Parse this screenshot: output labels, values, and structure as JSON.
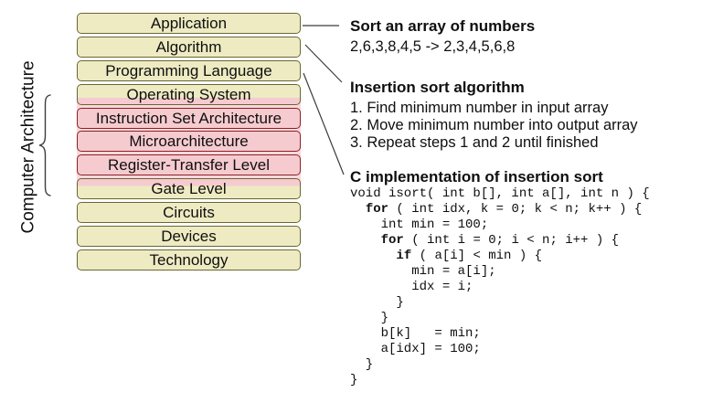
{
  "stack": {
    "rotated_label": "Computer Architecture",
    "layers": [
      {
        "label": "Application",
        "type": "tan"
      },
      {
        "label": "Algorithm",
        "type": "tan"
      },
      {
        "label": "Programming Language",
        "type": "tan"
      },
      {
        "label": "Operating System",
        "type": "tan-pink-bottom"
      },
      {
        "label": "Instruction Set Architecture",
        "type": "pink"
      },
      {
        "label": "Microarchitecture",
        "type": "pink"
      },
      {
        "label": "Register-Transfer Level",
        "type": "pink"
      },
      {
        "label": "Gate Level",
        "type": "tan-pink-top"
      },
      {
        "label": "Circuits",
        "type": "tan"
      },
      {
        "label": "Devices",
        "type": "tan"
      },
      {
        "label": "Technology",
        "type": "tan"
      }
    ],
    "colors": {
      "layer_fill": "#EEEBC3",
      "layer_border": "#6A6535",
      "highlight_fill": "#F6CBCF",
      "highlight_border": "#8B2026",
      "band_fill": "#F9D8DB",
      "text": "#0F0F0F",
      "line": "#3C3C3C"
    }
  },
  "annotations": {
    "sort_example": {
      "title": "Sort an array of numbers",
      "example": "2,6,3,8,4,5 -> 2,3,4,5,6,8"
    },
    "algorithm": {
      "title": "Insertion sort algorithm",
      "steps": [
        "1. Find minimum number in input array",
        "2. Move minimum number into output array",
        "3. Repeat steps 1 and 2 until finished"
      ]
    },
    "implementation": {
      "title": "C implementation of insertion sort",
      "keywords": [
        "for",
        "if"
      ],
      "code_lines": [
        "void isort( int b[], int a[], int n ) {",
        "  for ( int idx, k = 0; k < n; k++ ) {",
        "    int min = 100;",
        "    for ( int i = 0; i < n; i++ ) {",
        "      if ( a[i] < min ) {",
        "        min = a[i];",
        "        idx = i;",
        "      }",
        "    }",
        "    b[k]   = min;",
        "    a[idx] = 100;",
        "  }",
        "}"
      ]
    }
  }
}
